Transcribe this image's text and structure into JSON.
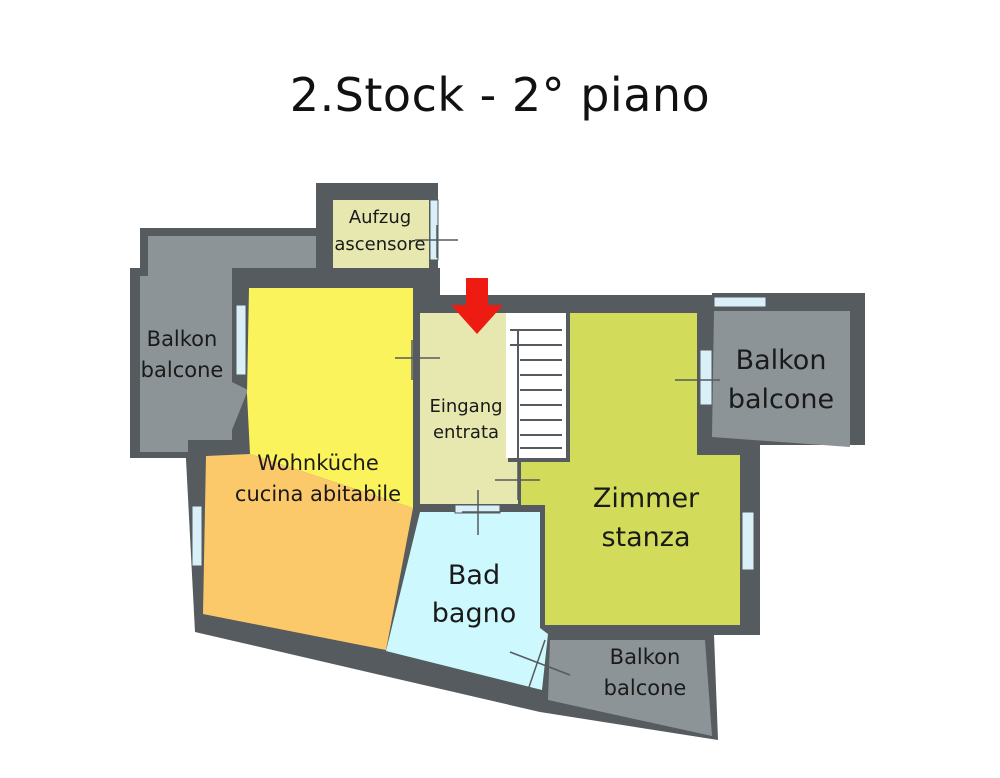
{
  "title": "2.Stock - 2° piano",
  "colors": {
    "wall": "#555b5e",
    "balcony": "#8c9497",
    "kitchen": "#fbf35b",
    "dining": "#fcc96a",
    "entrance": "#e6e8b0",
    "elevator": "#e6e8b0",
    "room": "#d3dc5a",
    "bathroom": "#cdf8fd",
    "stairs": "#ffffff",
    "window": "#d9f0f8",
    "entry_arrow": "#ee1b12"
  },
  "rooms": {
    "elevator": {
      "line1": "Aufzug",
      "line2": "ascensore",
      "icon": "elevator-symbol"
    },
    "balcony_left": {
      "line1": "Balkon",
      "line2": "balcone"
    },
    "kitchen": {
      "line1": "Wohnküche",
      "line2": "cucina abitabile"
    },
    "entrance": {
      "line1": "Eingang",
      "line2": "entrata",
      "icon": "entry-arrow"
    },
    "room": {
      "line1": "Zimmer",
      "line2": "stanza"
    },
    "balcony_right": {
      "line1": "Balkon",
      "line2": "balcone"
    },
    "bathroom": {
      "line1": "Bad",
      "line2": "bagno"
    },
    "balcony_bottom": {
      "line1": "Balkon",
      "line2": "balcone"
    }
  }
}
